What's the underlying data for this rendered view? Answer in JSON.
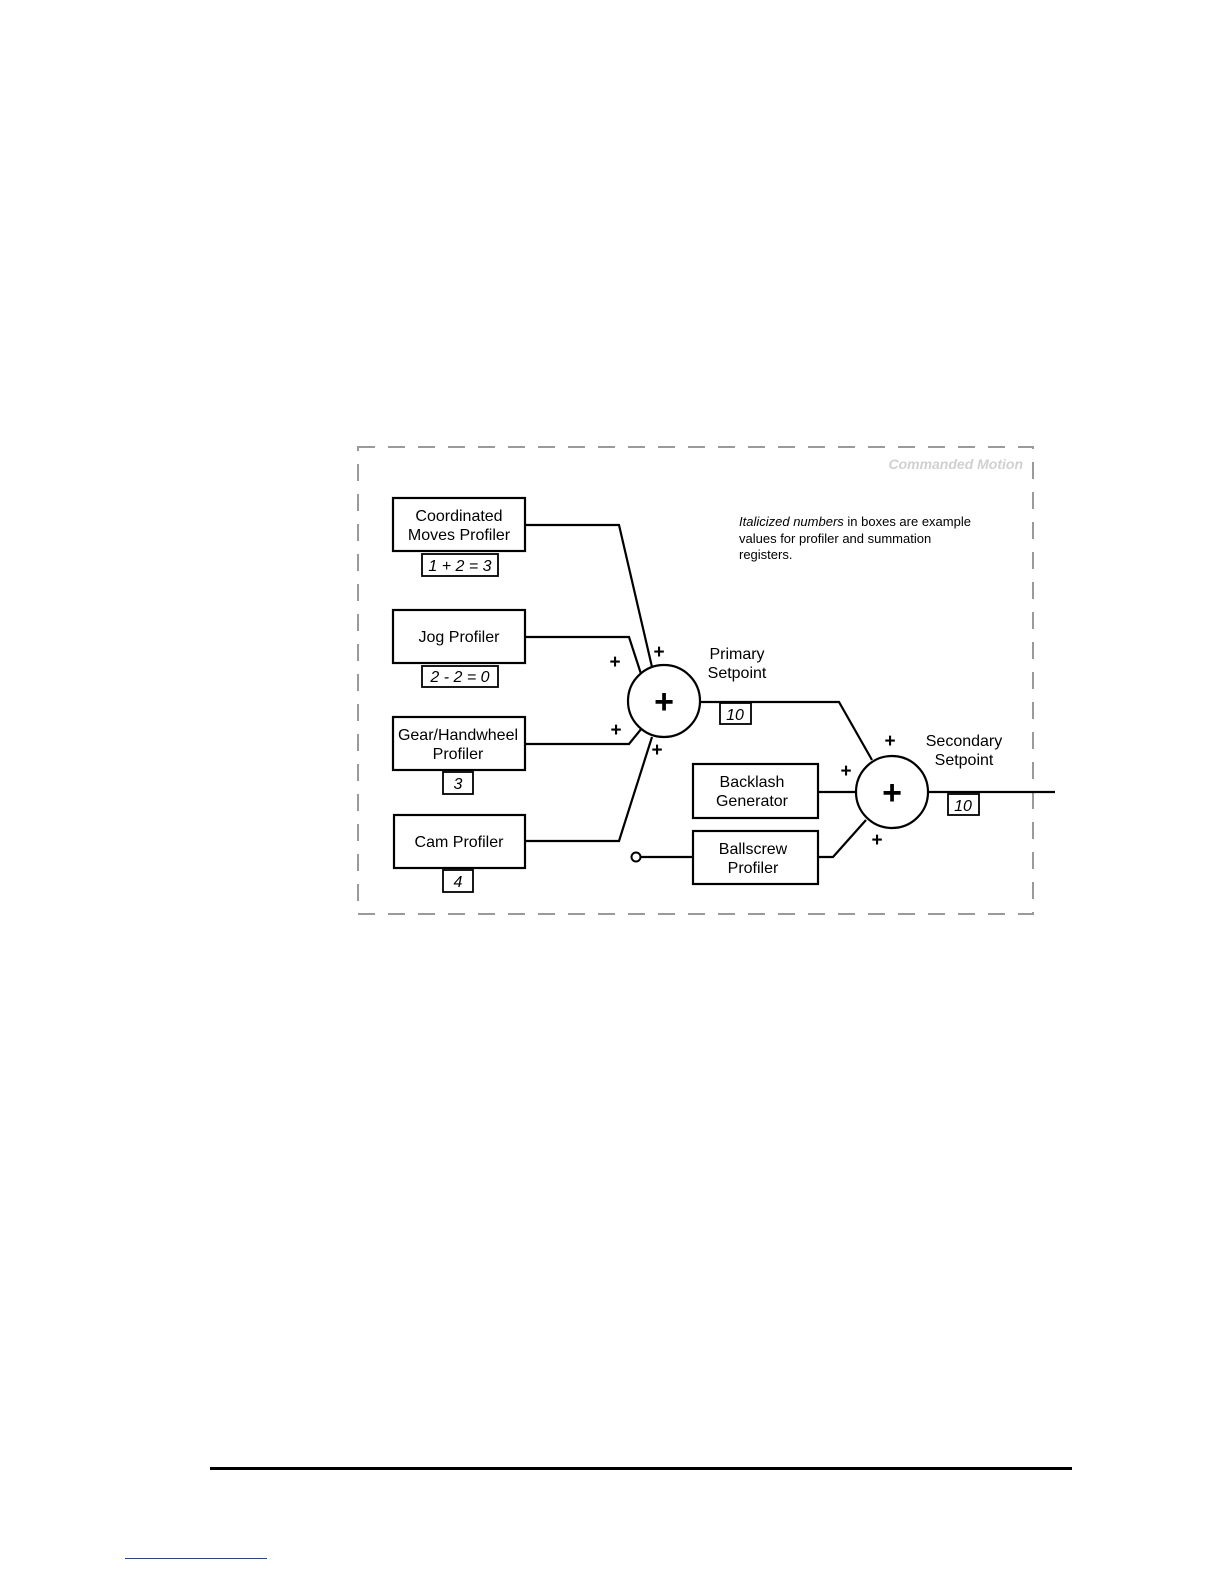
{
  "diagram": {
    "title": "Commanded Motion",
    "note": {
      "italic": "Italicized numbers",
      "line1_rest": " in boxes are example",
      "line2": "values for profiler and summation",
      "line3": "registers."
    },
    "profilers": [
      {
        "line1": "Coordinated",
        "line2": "Moves Profiler",
        "register": "1 + 2 = 3"
      },
      {
        "line1": "Jog Profiler",
        "line2": "",
        "register": "2 - 2 = 0"
      },
      {
        "line1": "Gear/Handwheel",
        "line2": "Profiler",
        "register": "3"
      },
      {
        "line1": "Cam Profiler",
        "line2": "",
        "register": "4"
      }
    ],
    "primary": {
      "line1": "Primary",
      "line2": "Setpoint",
      "register": "10",
      "sign": "+"
    },
    "secondary": {
      "line1": "Secondary",
      "line2": "Setpoint",
      "register": "10",
      "sign": "+"
    },
    "backlash": {
      "line1": "Backlash",
      "line2": "Generator"
    },
    "ballscrew": {
      "line1": "Ballscrew",
      "line2": "Profiler"
    },
    "input_sign": "+"
  }
}
